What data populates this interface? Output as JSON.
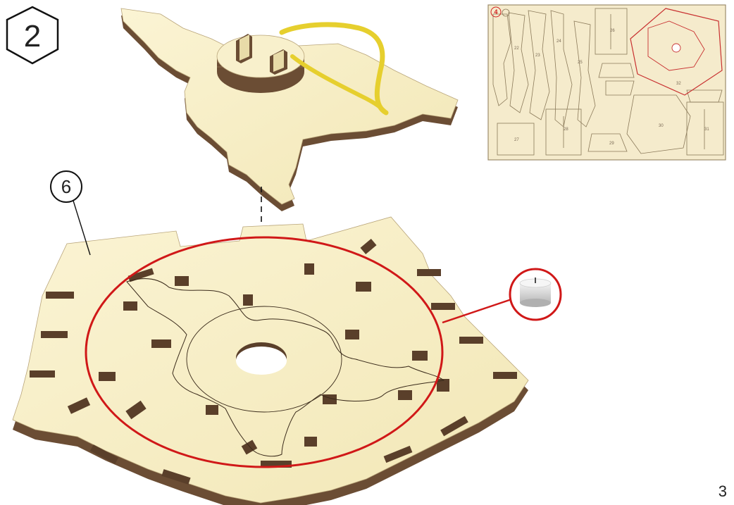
{
  "step": {
    "number": "2"
  },
  "part_callout": {
    "number": "6"
  },
  "page": {
    "number": "3"
  },
  "sheet_thumbnail": {
    "sheet_marker": "4",
    "part_labels": [
      "22",
      "23",
      "24",
      "25",
      "26",
      "27",
      "28",
      "29",
      "30",
      "31",
      "32"
    ]
  },
  "icons": {
    "tealight": "tealight-candle-icon"
  },
  "colors": {
    "plywood": "#f7efc6",
    "plywood_edge": "#6b4d34",
    "highlight_red": "#d01818",
    "wire_yellow": "#e6cf2e",
    "sheet_bg": "#f5ebcc"
  }
}
